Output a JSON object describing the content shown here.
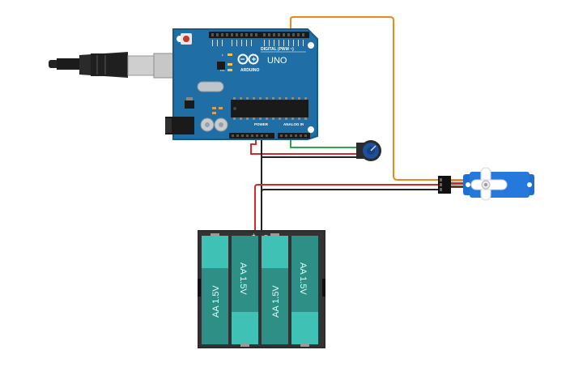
{
  "colors": {
    "board": "#1f6fa6",
    "board_edge": "#165a88",
    "wire_orange": "#e8891c",
    "wire_red": "#d9262b",
    "wire_black": "#222222",
    "wire_green": "#2aa84a",
    "battery_body": "#2e8f86",
    "battery_end": "#3fc1b6",
    "holder": "#2b2b2b",
    "servo": "#1e6fd0",
    "pot_knob": "#1d4f9a"
  },
  "icons": {
    "usb_cable": "usb-cable-icon",
    "arduino_logo": "arduino-infinity-icon",
    "potentiometer": "potentiometer-icon",
    "servo": "micro-servo-icon",
    "battery_holder": "battery-holder-icon"
  },
  "arduino": {
    "brand": "ARDUINO",
    "model": "UNO",
    "digital_header": "DIGITAL (PWM ~)",
    "analog_header": "ANALOG IN",
    "power_header": "POWER",
    "led_l": "L",
    "led_tx": "TX",
    "led_rx": "RX",
    "on_label": "ON"
  },
  "batteries": {
    "cells": [
      "AA 1.5V",
      "AA 1.5V",
      "AA 1.5V",
      "AA 1.5V"
    ],
    "plus": "+",
    "minus": "−"
  }
}
